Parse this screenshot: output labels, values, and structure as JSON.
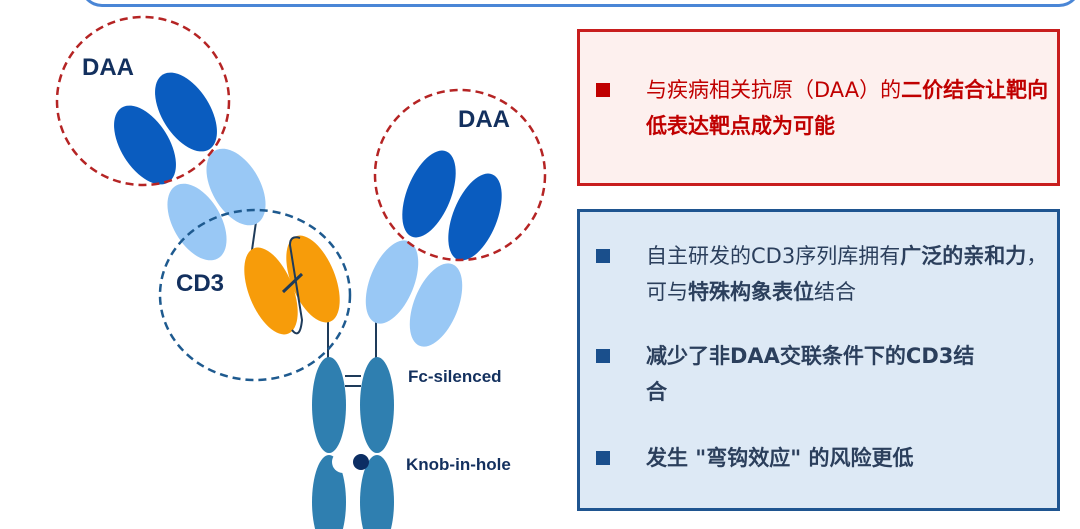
{
  "diagram": {
    "labels": {
      "daa_left": "DAA",
      "daa_right": "DAA",
      "cd3": "CD3",
      "fc": "Fc-silenced",
      "kih": "Knob-in-hole"
    },
    "colors": {
      "dark_blue": "#0a5cbf",
      "light_blue": "#99c8f5",
      "orange": "#f79c0a",
      "teal": "#2f7fb0",
      "red_dash": "#b52424",
      "blue_dash": "#1e5a8f"
    }
  },
  "red_box": {
    "items": [
      {
        "plain": "与疾病相关抗原（DAA）的",
        "bold": "二价结合让靶向低表达靶点成为可能"
      }
    ]
  },
  "blue_box": {
    "items": [
      {
        "p1": "自主研发的CD3序列库拥有",
        "b1": "广泛的亲和力",
        "p2": "，可与",
        "b2": "特殊构象表位",
        "p3": "结合"
      },
      {
        "bold": "减少了非DAA交联条件下的CD3结合"
      },
      {
        "bold": "发生 \"弯钩效应\" 的风险更低"
      }
    ]
  }
}
